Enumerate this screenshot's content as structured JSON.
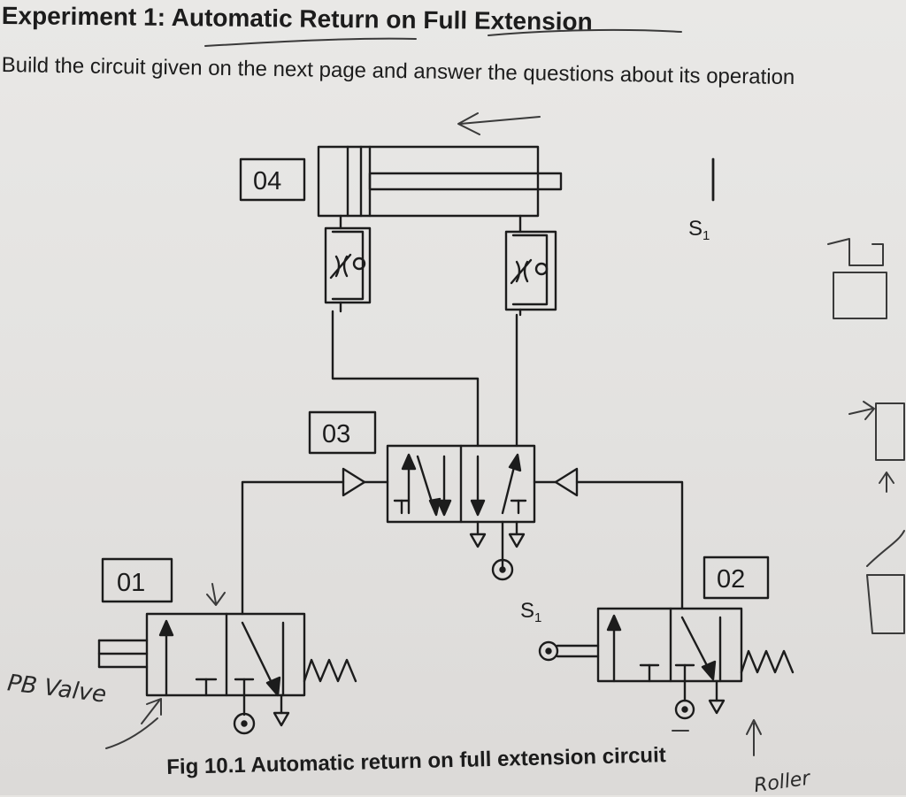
{
  "document": {
    "heading": "Experiment 1:  Automatic Return on Full Extension",
    "intro": "Build the circuit given on the next page and answer the questions about its operation",
    "caption": "Fig 10.1  Automatic return on full extension circuit"
  },
  "diagram": {
    "components": [
      {
        "id": "04",
        "kind": "double-acting cylinder"
      },
      {
        "id": "03",
        "kind": "5/2 pilot-operated directional valve"
      },
      {
        "id": "01",
        "kind": "3/2 push-button valve, spring return"
      },
      {
        "id": "02",
        "kind": "3/2 roller-operated valve, spring return"
      }
    ],
    "sensor": {
      "label": "S",
      "subscript": "1"
    },
    "trip_label": {
      "label": "S",
      "subscript": "1"
    }
  },
  "handwriting": {
    "pb_note": "PB Valve",
    "roller_note": "Roller"
  }
}
